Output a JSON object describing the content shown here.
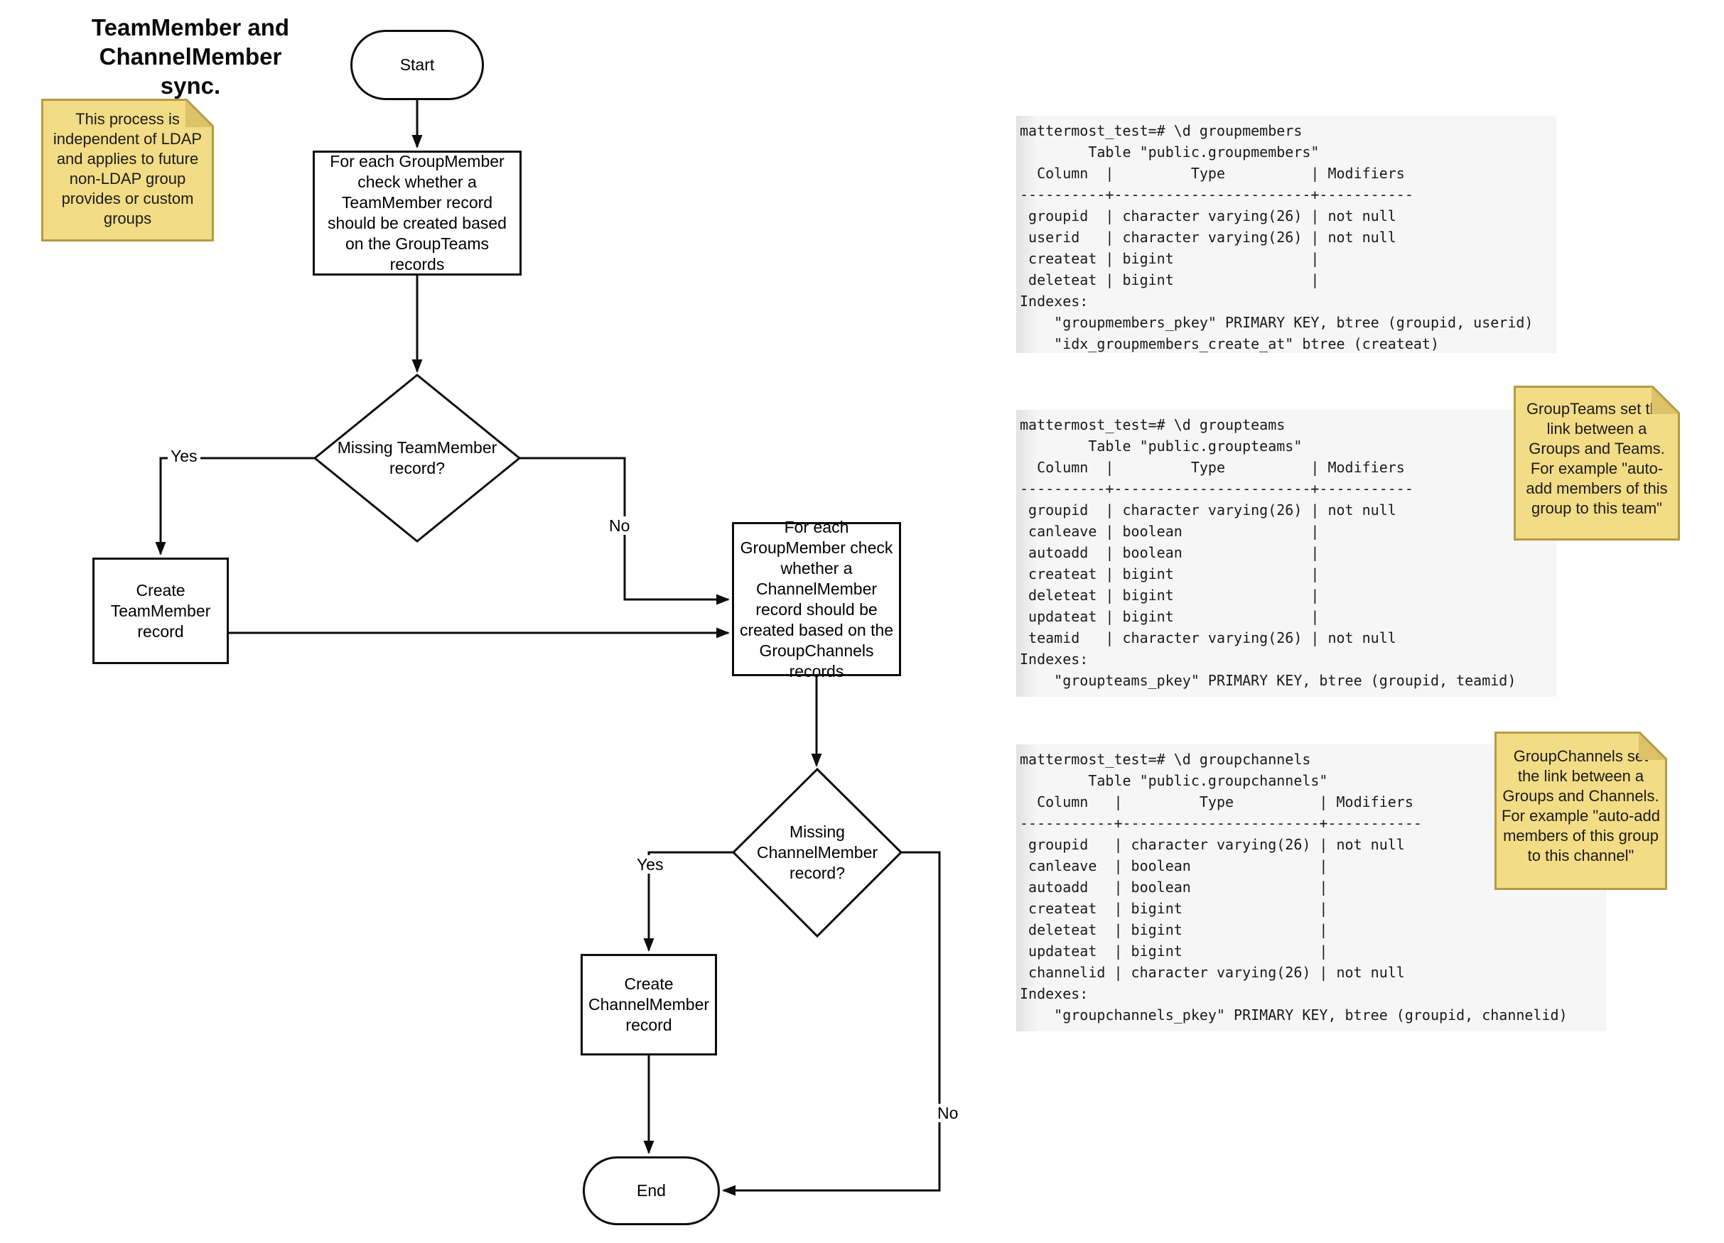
{
  "title": {
    "line1": "TeamMember and",
    "line2": "ChannelMember sync."
  },
  "flow": {
    "start": "Start",
    "process_teammember": "For each GroupMember check whether a TeamMember record should be created based on the GroupTeams records",
    "decision_teammember": "Missing TeamMember record?",
    "create_teammember": "Create TeamMember record",
    "process_channelmember": "For each GroupMember check whether a ChannelMember record should be created based on the GroupChannels records",
    "decision_channelmember": "Missing ChannelMember record?",
    "create_channelmember": "Create ChannelMember record",
    "end": "End",
    "labels": {
      "yes1": "Yes",
      "no1": "No",
      "yes2": "Yes",
      "no2": "No"
    }
  },
  "notes": [
    {
      "text": "This process is independent of LDAP and applies to future non-LDAP group provides or custom groups"
    },
    {
      "text": "GroupTeams set the link between a Groups and Teams. For example \"auto-add members of this group to this team\""
    },
    {
      "text": "GroupChannels set the link between a Groups and Channels. For example \"auto-add members of this group to this channel\""
    }
  ],
  "terminals": [
    {
      "text": "mattermost_test=# \\d groupmembers\n        Table \"public.groupmembers\"\n  Column  |         Type          | Modifiers\n----------+-----------------------+-----------\n groupid  | character varying(26) | not null\n userid   | character varying(26) | not null\n createat | bigint                |\n deleteat | bigint                |\nIndexes:\n    \"groupmembers_pkey\" PRIMARY KEY, btree (groupid, userid)\n    \"idx_groupmembers_create_at\" btree (createat)"
    },
    {
      "text": "mattermost_test=# \\d groupteams\n        Table \"public.groupteams\"\n  Column  |         Type          | Modifiers\n----------+-----------------------+-----------\n groupid  | character varying(26) | not null\n canleave | boolean               |\n autoadd  | boolean               |\n createat | bigint                |\n deleteat | bigint                |\n updateat | bigint                |\n teamid   | character varying(26) | not null\nIndexes:\n    \"groupteams_pkey\" PRIMARY KEY, btree (groupid, teamid)"
    },
    {
      "text": "mattermost_test=# \\d groupchannels\n        Table \"public.groupchannels\"\n  Column   |         Type          | Modifiers\n-----------+-----------------------+-----------\n groupid   | character varying(26) | not null\n canleave  | boolean               |\n autoadd   | boolean               |\n createat  | bigint                |\n deleteat  | bigint                |\n updateat  | bigint                |\n channelid | character varying(26) | not null\nIndexes:\n    \"groupchannels_pkey\" PRIMARY KEY, btree (groupid, channelid)"
    }
  ],
  "colors": {
    "note_fill": "#f2dc85",
    "note_border": "#b49b45",
    "note_fold": "#dcc268",
    "line": "#0d0d0d",
    "code_bg": "#f6f6f6"
  }
}
